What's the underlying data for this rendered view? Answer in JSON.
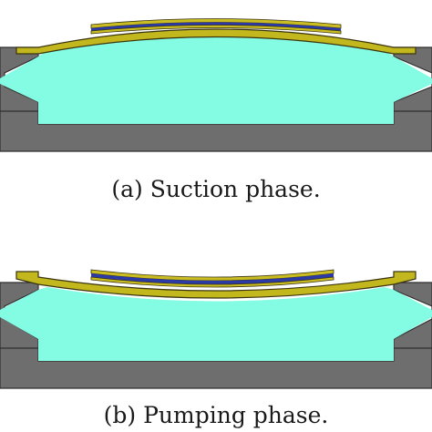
{
  "panels": [
    {
      "id": "a",
      "caption": "(a) Suction phase."
    },
    {
      "id": "b",
      "caption": "(b) Pumping phase."
    }
  ],
  "colors": {
    "housing": "#6e6e6e",
    "housing_stroke": "#2f2f2f",
    "chamber_fluid": "#84fbe3",
    "membrane": "#c2b81e",
    "membrane_stroke": "#3a3410",
    "piezo_electrode": "#c9bd22",
    "piezo_core": "#2b3aa6",
    "background": "#ffffff"
  }
}
